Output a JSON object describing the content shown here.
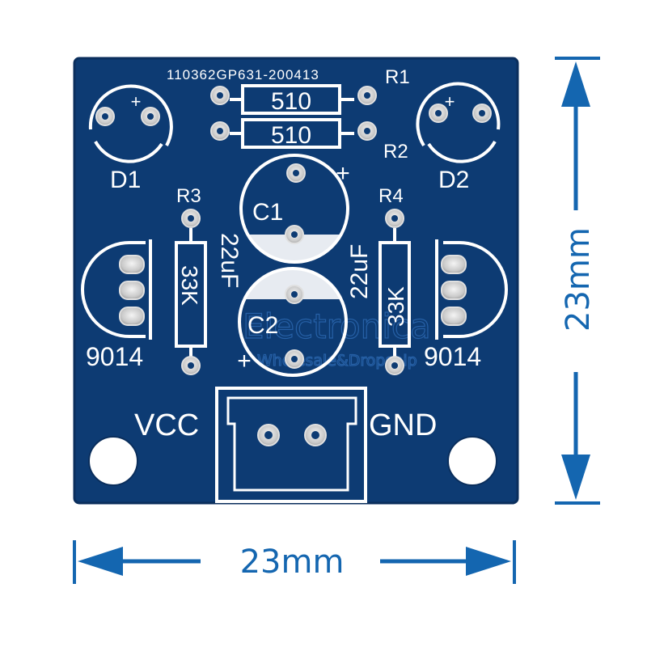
{
  "board": {
    "code": "110362GP631-200413",
    "resistor_value": "510",
    "cap_value": "22uF",
    "rbase_value": "33K",
    "transistor": "9014",
    "plus": "+",
    "d1": "D1",
    "d2": "D2",
    "r1": "R1",
    "r2": "R2",
    "r3": "R3",
    "r4": "R4",
    "c1": "C1",
    "c2": "C2",
    "vcc": "VCC",
    "gnd": "GND"
  },
  "dimensions": {
    "width": "23mm",
    "height": "23mm"
  },
  "watermark": {
    "brand": "Electronica",
    "tagline": "Wholesale&Dropship"
  },
  "colors": {
    "board": "#0d3b73",
    "silkscreen": "#ffffff",
    "dimension": "#1466b0"
  }
}
